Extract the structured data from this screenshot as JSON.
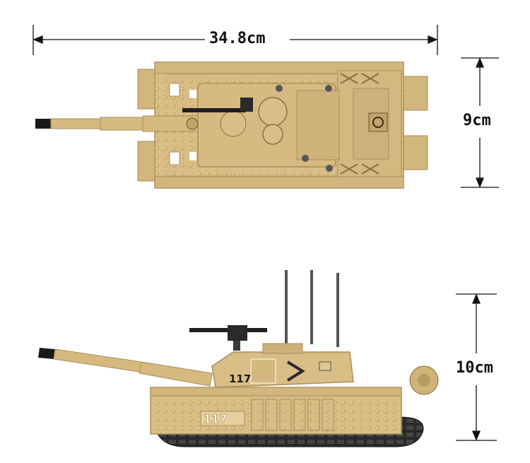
{
  "dimensions": {
    "length": "34.8cm",
    "width": "9cm",
    "height": "10cm"
  },
  "markings": {
    "turret_number": "117",
    "hull_number": "117"
  },
  "colors": {
    "tan": "#d8bd84",
    "tan_dark": "#b79b62",
    "tan_light": "#e6cf9c",
    "black": "#1a1a1a",
    "grey": "#6d6d6d"
  }
}
